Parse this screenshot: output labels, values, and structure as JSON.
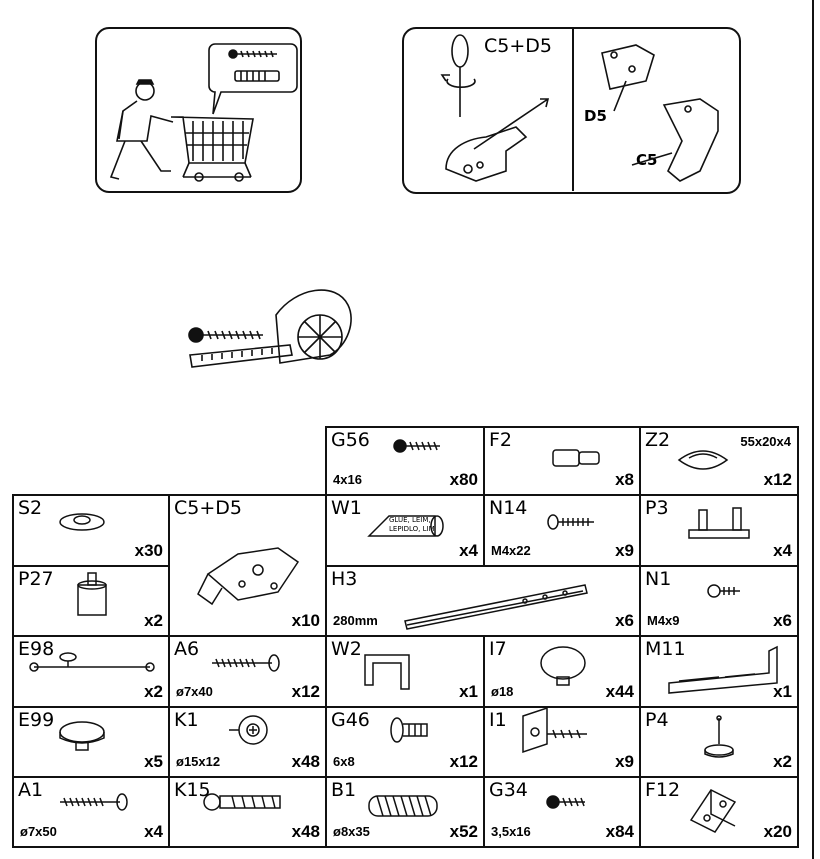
{
  "panel_right": {
    "title": "C5+D5",
    "label_d5": "D5",
    "label_c5": "C5"
  },
  "parts": [
    {
      "code": "G56",
      "size": "4x16",
      "qty": "x80",
      "icon": "wood-screw-icon"
    },
    {
      "code": "F2",
      "size": "",
      "qty": "x8",
      "icon": "pin-dowel-icon"
    },
    {
      "code": "Z2",
      "size": "55x20x4",
      "qty": "x12",
      "icon": "biscuit-icon"
    },
    {
      "code": "S2",
      "size": "",
      "qty": "x30",
      "icon": "cup-washer-icon"
    },
    {
      "code": "C5+D5",
      "size": "",
      "qty": "x10",
      "icon": "hinge-icon"
    },
    {
      "code": "W1",
      "size": "",
      "qty": "x4",
      "icon": "glue-bottle-icon",
      "glue_text": [
        "GLUE, LEIM,",
        "LEPIDLO, LIM"
      ]
    },
    {
      "code": "N14",
      "size": "M4x22",
      "qty": "x9",
      "icon": "machine-screw-icon"
    },
    {
      "code": "P3",
      "size": "",
      "qty": "x4",
      "icon": "shelf-support-icon"
    },
    {
      "code": "P27",
      "size": "",
      "qty": "x2",
      "icon": "foot-icon"
    },
    {
      "code": "H3",
      "size": "280mm",
      "qty": "x6",
      "icon": "drawer-runner-icon"
    },
    {
      "code": "N1",
      "size": "M4x9",
      "qty": "x6",
      "icon": "short-screw-icon"
    },
    {
      "code": "E98",
      "size": "",
      "qty": "x2",
      "icon": "rail-knob-icon"
    },
    {
      "code": "A6",
      "size": "ø7x40",
      "qty": "x12",
      "icon": "long-screw-icon"
    },
    {
      "code": "W2",
      "size": "",
      "qty": "x1",
      "icon": "allen-key-icon"
    },
    {
      "code": "I7",
      "size": "ø18",
      "qty": "x44",
      "icon": "cover-cap-icon"
    },
    {
      "code": "M11",
      "size": "",
      "qty": "x1",
      "icon": "angle-bracket-icon"
    },
    {
      "code": "E99",
      "size": "",
      "qty": "x5",
      "icon": "knob-icon"
    },
    {
      "code": "K1",
      "size": "ø15x12",
      "qty": "x48",
      "icon": "cam-lock-icon"
    },
    {
      "code": "G46",
      "size": "6x8",
      "qty": "x12",
      "icon": "confirmat-screw-icon"
    },
    {
      "code": "I1",
      "size": "",
      "qty": "x9",
      "icon": "corner-connector-icon"
    },
    {
      "code": "P4",
      "size": "",
      "qty": "x2",
      "icon": "glide-nail-icon"
    },
    {
      "code": "A1",
      "size": "ø7x50",
      "qty": "x4",
      "icon": "long-screw-icon"
    },
    {
      "code": "K15",
      "size": "",
      "qty": "x48",
      "icon": "cam-bolt-icon"
    },
    {
      "code": "B1",
      "size": "ø8x35",
      "qty": "x52",
      "icon": "wood-dowel-icon"
    },
    {
      "code": "G34",
      "size": "3,5x16",
      "qty": "x84",
      "icon": "small-screw-icon"
    },
    {
      "code": "F12",
      "size": "",
      "qty": "x20",
      "icon": "corner-block-icon"
    }
  ]
}
